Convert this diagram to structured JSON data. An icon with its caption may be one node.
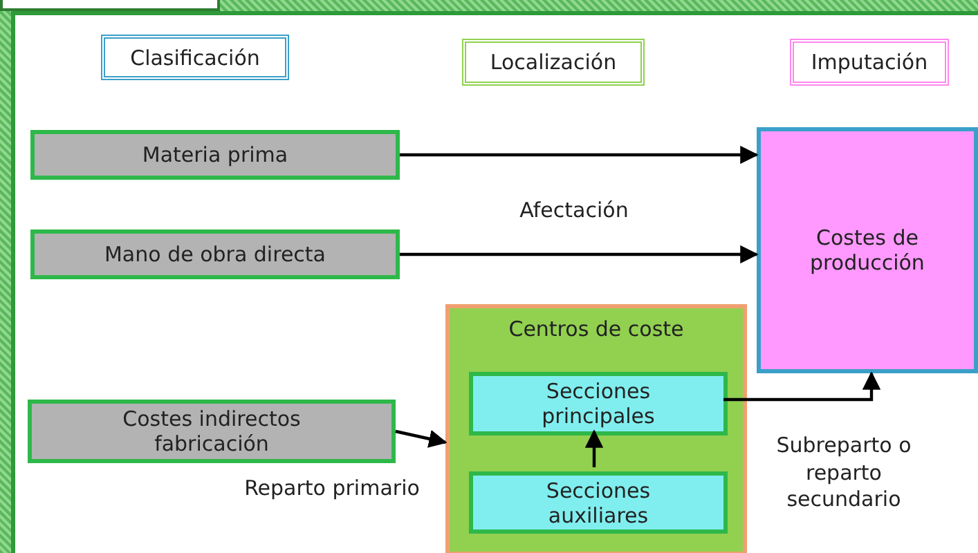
{
  "diagram": {
    "nodes": [
      {
        "text": [
          "Clasificación"
        ]
      },
      {
        "text": [
          "Localización"
        ]
      },
      {
        "text": [
          "Imputación"
        ]
      },
      {
        "text": [
          "Materia prima"
        ]
      },
      {
        "text": [
          "Mano de obra directa"
        ]
      },
      {
        "text": [
          "Costes de producción"
        ]
      },
      {
        "text": [
          "Costes indirectos fabricación"
        ]
      },
      {
        "text": [
          "Centros de coste"
        ]
      },
      {
        "text": [
          "Secciones principales"
        ],
        "in": 7
      },
      {
        "text": [
          "Secciones auxiliares"
        ],
        "in": 7
      }
    ],
    "edges": [
      {
        "from": 3,
        "to": 5,
        "arrow": "to"
      },
      {
        "from": 4,
        "to": 5,
        "arrow": "to"
      },
      {
        "from": 6,
        "to": 7,
        "arrow": "to"
      },
      {
        "from": 9,
        "to": 8,
        "arrow": "to"
      },
      {
        "from": 8,
        "to": 5,
        "arrow": "to"
      }
    ],
    "labels": [
      "Afectación",
      "Reparto primario",
      "Subreparto o reparto secundario"
    ]
  }
}
